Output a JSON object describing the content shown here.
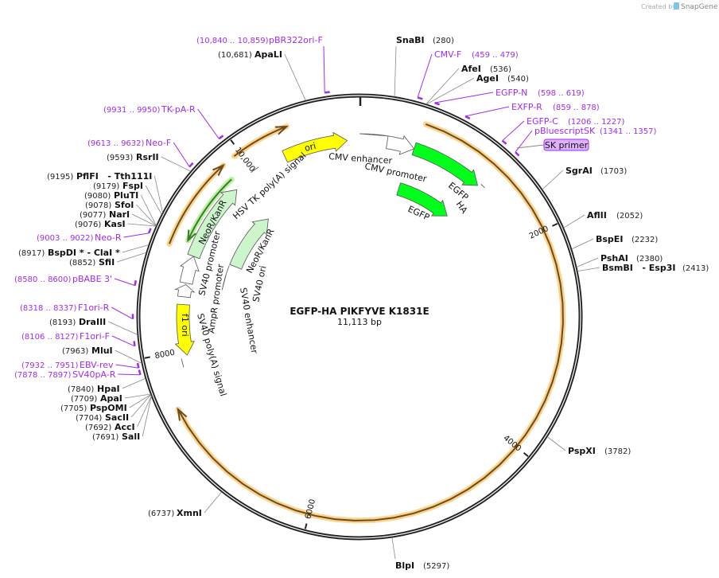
{
  "branding": {
    "created_by": "Created by",
    "app": "SnapGene"
  },
  "plasmid": {
    "name": "EGFP-HA PIKFYVE K1831E",
    "length": "11,113 bp"
  },
  "ticks": [
    "2000",
    "4000",
    "6000",
    "8000",
    "10,000"
  ],
  "enzymes": [
    {
      "name": "SnaBI",
      "pos": "(280)"
    },
    {
      "name": "AfeI",
      "pos": "(536)"
    },
    {
      "name": "AgeI",
      "pos": "(540)"
    },
    {
      "name": "SgrAI",
      "pos": "(1703)"
    },
    {
      "name": "AflII",
      "pos": "(2052)"
    },
    {
      "name": "BspEI",
      "pos": "(2232)"
    },
    {
      "name": "PshAI",
      "pos": "(2380)"
    },
    {
      "name": "BsmBI   - Esp3I",
      "pos": "(2413)"
    },
    {
      "name": "PspXI",
      "pos": "(3782)"
    },
    {
      "name": "BlpI",
      "pos": "(5297)"
    },
    {
      "name": "XmnI",
      "pos": "(6737)"
    },
    {
      "name": "SalI",
      "pos": "(7691)"
    },
    {
      "name": "AccI",
      "pos": "(7692)"
    },
    {
      "name": "SacII",
      "pos": "(7704)"
    },
    {
      "name": "PspOMI",
      "pos": "(7705)"
    },
    {
      "name": "ApaI",
      "pos": "(7709)"
    },
    {
      "name": "HpaI",
      "pos": "(7840)"
    },
    {
      "name": "MluI",
      "pos": "(7963)"
    },
    {
      "name": "DraIII",
      "pos": "(8193)"
    },
    {
      "name": "SfiI",
      "pos": "(8852)"
    },
    {
      "name": "BspDI * - ClaI *",
      "pos": "(8917)"
    },
    {
      "name": "KasI",
      "pos": "(9076)"
    },
    {
      "name": "NarI",
      "pos": "(9077)"
    },
    {
      "name": "SfoI",
      "pos": "(9078)"
    },
    {
      "name": "PluTI",
      "pos": "(9080)"
    },
    {
      "name": "FspI",
      "pos": "(9179)"
    },
    {
      "name": "PflFI   - Tth111I",
      "pos": "(9195)"
    },
    {
      "name": "RsrII",
      "pos": "(9593)"
    },
    {
      "name": "ApaLI",
      "pos": "(10,681)"
    }
  ],
  "primers": [
    {
      "name": "CMV-F",
      "range": "(459 .. 479)"
    },
    {
      "name": "EGFP-N",
      "range": "(598 .. 619)"
    },
    {
      "name": "EXFP-R",
      "range": "(859 .. 878)"
    },
    {
      "name": "EGFP-C",
      "range": "(1206 .. 1227)"
    },
    {
      "name": "pBluescriptSK",
      "range": "(1341 .. 1357)"
    },
    {
      "name": "pBR322ori-F",
      "range": "(10,840 .. 10,859)"
    },
    {
      "name": "TK-pA-R",
      "range": "(9931 .. 9950)"
    },
    {
      "name": "Neo-F",
      "range": "(9613 .. 9632)"
    },
    {
      "name": "Neo-R",
      "range": "(9003 .. 9022)"
    },
    {
      "name": "pBABE 3'",
      "range": "(8580 .. 8600)"
    },
    {
      "name": "F1ori-R",
      "range": "(8318 .. 8337)"
    },
    {
      "name": "F1ori-F",
      "range": "(8106 .. 8127)"
    },
    {
      "name": "EBV-rev",
      "range": "(7932 .. 7951)"
    },
    {
      "name": "SV40pA-R",
      "range": "(7878 .. 7897)"
    }
  ],
  "highlighted_primer": "SK primer",
  "features": {
    "ori": "ori",
    "cmv_enhancer": "CMV enhancer",
    "cmv_promoter": "CMV promoter",
    "egfp_outer": "EGFP",
    "ha": "HA",
    "egfp_inner": "EGFP",
    "hsv_tk_polya": "HSV TK poly(A) signal",
    "neor_outer": "NeoR/KanR",
    "sv40_promoter": "SV40 promoter",
    "ampr_promoter": "AmpR promoter",
    "f1_ori": "f1 ori",
    "sv40_polya": "SV40 poly(A) signal",
    "neor_inner": "NeoR/KanR",
    "sv40_ori": "SV40 ori",
    "sv40_enhancer": "SV40 enhancer"
  },
  "colors": {
    "backbone": "#222222",
    "primer": "#a02cf0",
    "egfp": "#00ff1a",
    "neor": "#ccf5cc",
    "ori": "#ffff00",
    "polya": "#a0a4ac",
    "orf_halo": "#fcd38a"
  }
}
